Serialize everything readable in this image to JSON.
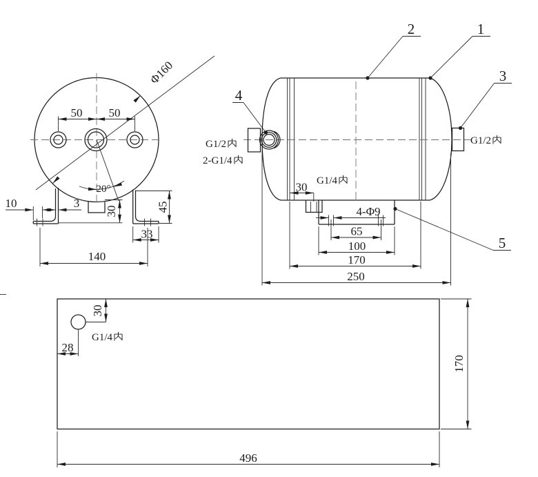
{
  "end_view": {
    "diameter": "Φ160",
    "hole_pitch_left": "50",
    "hole_pitch_right": "50",
    "angle": "20°",
    "edge_to_hole": "10",
    "plate_thickness": "3",
    "drain_height": "30",
    "bracket_height": "45",
    "flange_width": "33",
    "foot_hole_pitch": "140"
  },
  "side_view": {
    "balloons": {
      "head": "1",
      "shell": "2",
      "right_port": "3",
      "left_port": "4",
      "foot": "5"
    },
    "left_port_thread": {
      "text": "G1/2内",
      "latin": "G1/2"
    },
    "left_port_thread2": {
      "text": "2-G1/4内",
      "latin": "2-G1/4"
    },
    "drain_thread": {
      "text": "G1/4内",
      "latin": "G1/4"
    },
    "right_port_thread": {
      "text": "G1/2内",
      "latin": "G1/2"
    },
    "drain_offset": "30",
    "foot_holes": "4-Φ9",
    "hole_pitch": "65",
    "foot_width": "100",
    "shell_length": "170",
    "overall_length": "250"
  },
  "bottom_view": {
    "port_offset_top": "30",
    "port_offset_left": "28",
    "port_thread": {
      "text": "G1/4内",
      "latin": "G1/4"
    },
    "plate_length": "496",
    "plate_width": "170"
  }
}
